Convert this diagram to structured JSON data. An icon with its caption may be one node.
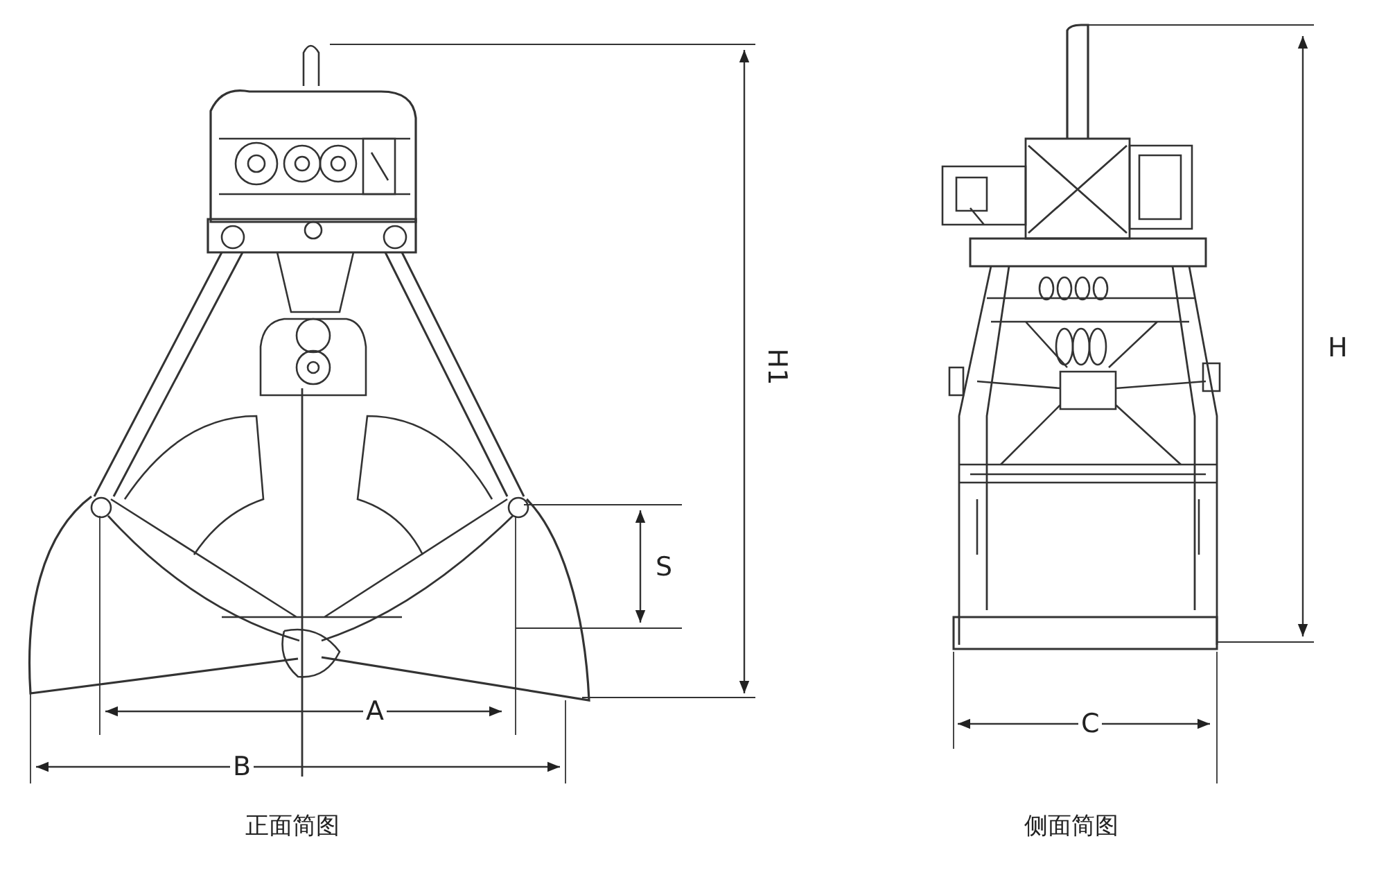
{
  "diagram": {
    "labels": [
      "H1",
      "S",
      "A",
      "B",
      "C",
      "H",
      "正面简图",
      "侧面简图"
    ]
  }
}
